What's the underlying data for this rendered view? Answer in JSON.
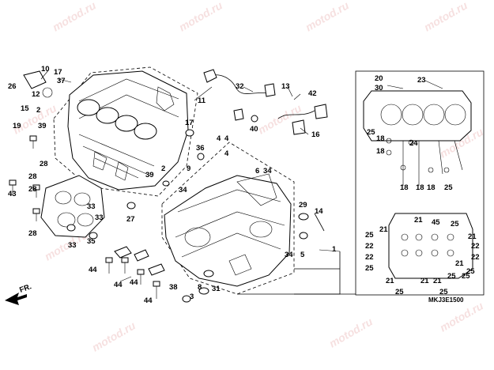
{
  "diagram": {
    "watermark": "motod.ru",
    "catalog_code": "MKJ3E1500",
    "direction_label": "FR.",
    "callouts": {
      "c1": "1",
      "c2a": "2",
      "c2b": "2",
      "c3": "3",
      "c4a": "4",
      "c4b": "4",
      "c4c": "4",
      "c5": "5",
      "c6": "6",
      "c8": "8",
      "c9": "9",
      "c10": "10",
      "c11": "11",
      "c12": "12",
      "c13": "13",
      "c14": "14",
      "c15": "15",
      "c16": "16",
      "c17a": "17",
      "c17b": "17",
      "c18a": "18",
      "c18b": "18",
      "c18c": "18",
      "c18d": "18",
      "c18e": "18",
      "c19": "19",
      "c20": "20",
      "c21a": "21",
      "c21b": "21",
      "c21c": "21",
      "c21d": "21",
      "c21e": "21",
      "c21f": "21",
      "c21g": "21",
      "c22a": "22",
      "c22b": "22",
      "c22c": "22",
      "c22d": "22",
      "c23": "23",
      "c24": "24",
      "c25a": "25",
      "c25b": "25",
      "c25c": "25",
      "c25d": "25",
      "c25e": "25",
      "c25f": "25",
      "c25g": "25",
      "c25h": "25",
      "c25i": "25",
      "c25j": "25",
      "c26": "26",
      "c27": "27",
      "c28a": "28",
      "c28b": "28",
      "c28c": "28",
      "c28d": "28",
      "c29": "29",
      "c30": "30",
      "c31": "31",
      "c32": "32",
      "c33a": "33",
      "c33b": "33",
      "c33c": "33",
      "c34a": "34",
      "c34b": "34",
      "c34c": "34",
      "c35": "35",
      "c36": "36",
      "c37": "37",
      "c38": "38",
      "c39a": "39",
      "c39b": "39",
      "c40": "40",
      "c42": "42",
      "c43": "43",
      "c44a": "44",
      "c44b": "44",
      "c44c": "44",
      "c44d": "44",
      "c45": "45"
    }
  }
}
